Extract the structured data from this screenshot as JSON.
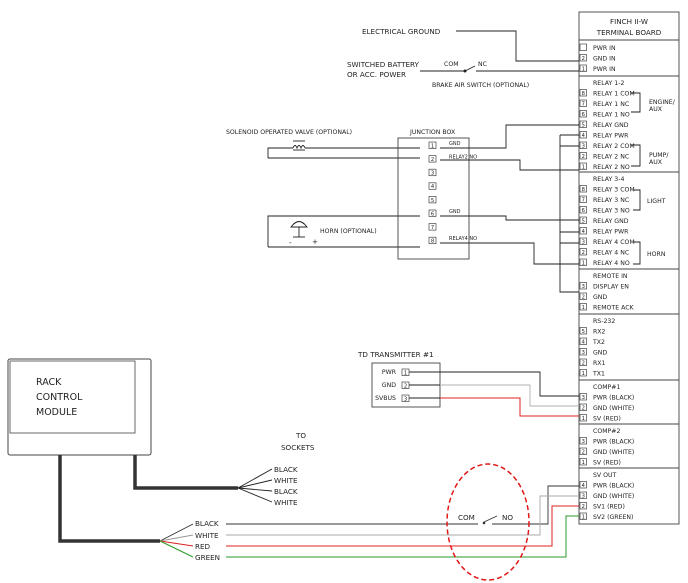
{
  "terminal_board": {
    "title_line1": "FINCH II-W",
    "title_line2": "TERMINAL BOARD",
    "sections": [
      {
        "header": "",
        "pins": [
          {
            "num": "",
            "label": "PWR IN"
          },
          {
            "num": "2",
            "label": "GND IN"
          },
          {
            "num": "1",
            "label": "PWR IN"
          }
        ]
      },
      {
        "header": "RELAY 1-2",
        "pins": [
          {
            "num": "8",
            "label": "RELAY 1 COM"
          },
          {
            "num": "7",
            "label": "RELAY 1 NC"
          },
          {
            "num": "6",
            "label": "RELAY 1 NO"
          },
          {
            "num": "5",
            "label": "RELAY GND"
          },
          {
            "num": "4",
            "label": "RELAY PWR"
          },
          {
            "num": "3",
            "label": "RELAY 2 COM"
          },
          {
            "num": "2",
            "label": "RELAY 2 NC"
          },
          {
            "num": "1",
            "label": "RELAY 2 NO"
          }
        ]
      },
      {
        "header": "RELAY 3-4",
        "pins": [
          {
            "num": "8",
            "label": "RELAY 3 COM"
          },
          {
            "num": "7",
            "label": "RELAY 3 NC"
          },
          {
            "num": "6",
            "label": "RELAY 3 NO"
          },
          {
            "num": "5",
            "label": "RELAY GND"
          },
          {
            "num": "4",
            "label": "RELAY PWR"
          },
          {
            "num": "3",
            "label": "RELAY 4 COM"
          },
          {
            "num": "2",
            "label": "RELAY 4 NC"
          },
          {
            "num": "1",
            "label": "RELAY 4 NO"
          }
        ]
      },
      {
        "header": "REMOTE IN",
        "pins": [
          {
            "num": "3",
            "label": "DISPLAY EN"
          },
          {
            "num": "2",
            "label": "GND"
          },
          {
            "num": "1",
            "label": "REMOTE ACK"
          }
        ]
      },
      {
        "header": "RS-232",
        "pins": [
          {
            "num": "5",
            "label": "RX2"
          },
          {
            "num": "4",
            "label": "TX2"
          },
          {
            "num": "3",
            "label": "GND"
          },
          {
            "num": "2",
            "label": "RX1"
          },
          {
            "num": "1",
            "label": "TX1"
          }
        ]
      },
      {
        "header": "COMP#1",
        "pins": [
          {
            "num": "3",
            "label": "PWR (BLACK)"
          },
          {
            "num": "2",
            "label": "GND (WHITE)"
          },
          {
            "num": "1",
            "label": "SV (RED)"
          }
        ]
      },
      {
        "header": "COMP#2",
        "pins": [
          {
            "num": "3",
            "label": "PWR (BLACK)"
          },
          {
            "num": "2",
            "label": "GND (WHITE)"
          },
          {
            "num": "1",
            "label": "SV (RED)"
          }
        ]
      },
      {
        "header": "SV OUT",
        "pins": [
          {
            "num": "4",
            "label": "PWR (BLACK)"
          },
          {
            "num": "3",
            "label": "GND (WHITE)"
          },
          {
            "num": "2",
            "label": "SV1 (RED)"
          },
          {
            "num": "1",
            "label": "SV2 (GREEN)"
          }
        ]
      }
    ],
    "group_labels": {
      "engine": "ENGINE/",
      "aux1": "AUX",
      "pump": "PUMP/",
      "aux2": "AUX",
      "light": "LIGHT",
      "horn": "HORN"
    }
  },
  "labels": {
    "electrical_ground": "ELECTRICAL GROUND",
    "switched_battery_1": "SWITCHED BATTERY",
    "switched_battery_2": "OR ACC. POWER",
    "com": "COM",
    "nc": "NC",
    "brake_switch": "BRAKE AIR SWITCH (OPTIONAL)",
    "solenoid": "SOLENOID OPERATED VALVE (OPTIONAL)",
    "horn": "HORN (OPTIONAL)",
    "horn_minus": "-",
    "horn_plus": "+"
  },
  "junction_box": {
    "title": "JUNCTION BOX",
    "pins": [
      {
        "num": "1",
        "label": "GND"
      },
      {
        "num": "2",
        "label": "RELAY2 NO"
      },
      {
        "num": "3",
        "label": ""
      },
      {
        "num": "4",
        "label": ""
      },
      {
        "num": "5",
        "label": ""
      },
      {
        "num": "6",
        "label": "GND"
      },
      {
        "num": "7",
        "label": ""
      },
      {
        "num": "8",
        "label": "RELAY4 NO"
      }
    ]
  },
  "td_transmitter": {
    "title": "TD TRANSMITTER #1",
    "pins": [
      {
        "num": "1",
        "label": "PWR"
      },
      {
        "num": "2",
        "label": "GND"
      },
      {
        "num": "3",
        "label": "SVBUS"
      }
    ]
  },
  "rack_control": {
    "line1": "RACK",
    "line2": "CONTROL",
    "line3": "MODULE"
  },
  "to_sockets": {
    "line1": "TO",
    "line2": "SOCKETS",
    "wires": [
      "BLACK",
      "WHITE",
      "BLACK",
      "WHITE"
    ]
  },
  "bottom_wires": {
    "labels": [
      "BLACK",
      "WHITE",
      "RED",
      "GREEN"
    ],
    "com": "COM",
    "no": "NO"
  },
  "colors": {
    "red_wire": "#e02020",
    "green_wire": "#2a9a2a",
    "dashed_circle": "#e01818",
    "white_wire": "#b0b0b0"
  }
}
